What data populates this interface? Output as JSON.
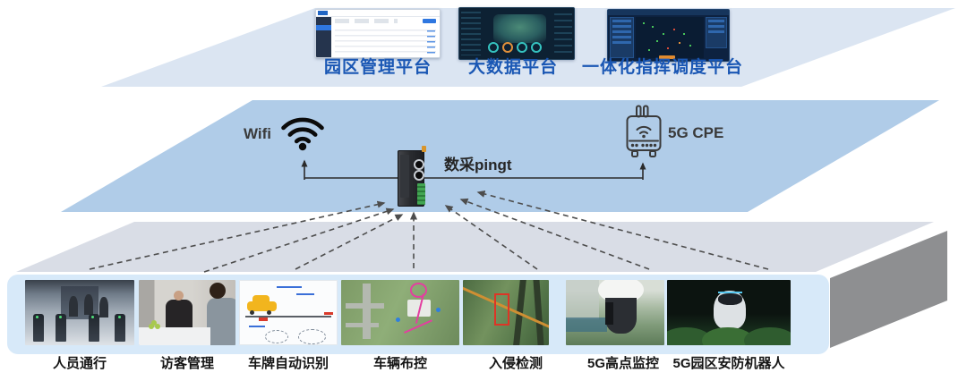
{
  "diagram": {
    "platform_layer": {
      "platforms": [
        {
          "label": "园区管理平台",
          "screenshot": "park-management-admin-ui"
        },
        {
          "label": "大数据平台",
          "screenshot": "big-data-dashboard"
        },
        {
          "label": "一体化指挥调度平台",
          "screenshot": "command-dispatch-map-dashboard"
        }
      ],
      "label_color": "#1a57b4",
      "plane_color": "#dbe5f2"
    },
    "network_layer": {
      "wifi_label": "Wifi",
      "gateway_label": "数采pingt",
      "cpe_label": "5G CPE",
      "plane_color": "#b0cce8",
      "line_color": "#2b2b2b"
    },
    "device_layer": {
      "use_cases": [
        {
          "label": "人员通行",
          "photo": "turnstile-entrance"
        },
        {
          "label": "访客管理",
          "photo": "reception-visitor"
        },
        {
          "label": "车牌自动识别",
          "photo": "license-plate-diagram"
        },
        {
          "label": "车辆布控",
          "photo": "aerial-vehicle-route-map"
        },
        {
          "label": "入侵检测",
          "photo": "fence-intrusion-detection"
        },
        {
          "label": "5G高点监控",
          "photo": "ptz-high-point-camera"
        },
        {
          "label": "5G园区安防机器人",
          "photo": "security-patrol-robot"
        }
      ],
      "plane_top_color": "#d9dde6",
      "plane_side_color": "#8e8f91",
      "strip_color": "#d7e9f9"
    }
  }
}
